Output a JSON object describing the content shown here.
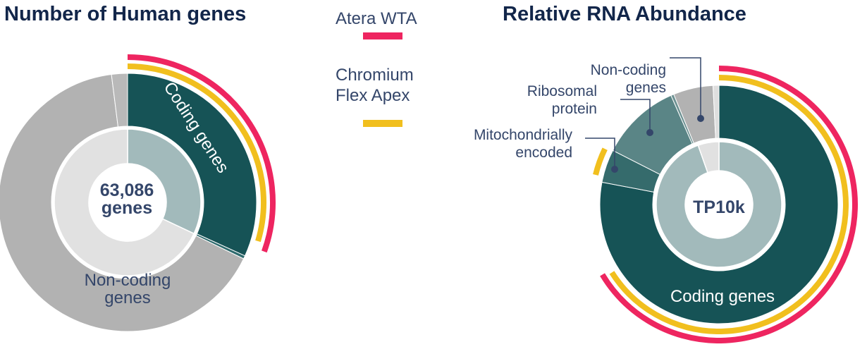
{
  "chart_data": [
    {
      "type": "pie",
      "subtype": "nested-donut",
      "title": "Number of Human genes",
      "center_label": [
        "63,086",
        "genes"
      ],
      "outer_ring": [
        {
          "label": "Coding genes",
          "value": 31.8,
          "color": "#165356",
          "label_color": "#ffffff"
        },
        {
          "label": "",
          "value": 0.4,
          "color": "#2f6b6e"
        },
        {
          "label": "Non-coding genes",
          "value": 65.8,
          "color": "#b2b2b2",
          "label_color": "#34466a"
        },
        {
          "label": "",
          "value": 2.0,
          "color": "#b9b9b9"
        }
      ],
      "inner_ring": [
        {
          "label": "Coding genes",
          "value": 32.0,
          "color": "#a2babb"
        },
        {
          "label": "Non-coding genes",
          "value": 68.0,
          "color": "#e1e1e1"
        }
      ],
      "coverage_arcs": [
        {
          "series": "Atera WTA",
          "color": "#ee2560",
          "from_pct": 0,
          "to_pct": 30.5
        },
        {
          "series": "Chromium Flex Apex",
          "color": "#f1bf1e",
          "from_pct": 0,
          "to_pct": 29.6
        }
      ]
    },
    {
      "type": "pie",
      "subtype": "nested-donut",
      "title": "Relative RNA Abundance",
      "center_label": [
        "TP10k"
      ],
      "outer_ring": [
        {
          "label": "Coding genes",
          "value": 78.0,
          "color": "#165356",
          "label_color": "#ffffff"
        },
        {
          "label": "Mitochondrially encoded",
          "value": 4.5,
          "color": "#356b6c"
        },
        {
          "label": "Ribosomal protein",
          "value": 10.9,
          "color": "#5a8586"
        },
        {
          "label": "",
          "value": 0.4,
          "color": "#6e9293"
        },
        {
          "label": "Non-coding genes",
          "value": 5.4,
          "color": "#b2b2b2"
        },
        {
          "label": "",
          "value": 0.8,
          "color": "#dedede"
        }
      ],
      "inner_ring": [
        {
          "label": "Coding genes",
          "value": 94.6,
          "color": "#a2babb"
        },
        {
          "label": "Non-coding genes",
          "value": 5.4,
          "color": "#e1e1e1"
        }
      ],
      "coverage_arcs": [
        {
          "series": "Atera WTA",
          "color": "#ee2560",
          "from_pct": 0,
          "to_pct": 66.5
        },
        {
          "series": "Chromium Flex Apex",
          "color": "#f1bf1e",
          "from_pct": 0,
          "to_pct": 66.0
        },
        {
          "series": "Chromium Flex Apex",
          "color": "#f1bf1e",
          "from_pct": 78.8,
          "to_pct": 82.2
        }
      ],
      "annotations": [
        {
          "text": [
            "Non-coding",
            "genes"
          ],
          "target": "Non-coding genes"
        },
        {
          "text": [
            "Ribosomal",
            "protein"
          ],
          "target": "Ribosomal protein"
        },
        {
          "text": [
            "Mitochondrially",
            "encoded"
          ],
          "target": "Mitochondrially encoded"
        }
      ]
    }
  ],
  "legend": [
    {
      "label": [
        "Atera WTA"
      ],
      "color": "#ee2560"
    },
    {
      "label": [
        "Chromium",
        "Flex Apex"
      ],
      "color": "#f1bf1e"
    }
  ],
  "titles": {
    "left": "Number of Human genes",
    "right": "Relative RNA Abundance"
  },
  "labels": {
    "left_center_1": "63,086",
    "left_center_2": "genes",
    "left_coding": "Coding genes",
    "left_noncoding_1": "Non-coding",
    "left_noncoding_2": "genes",
    "right_center": "TP10k",
    "right_coding": "Coding genes",
    "ann_noncoding_1": "Non-coding",
    "ann_noncoding_2": "genes",
    "ann_ribo_1": "Ribosomal",
    "ann_ribo_2": "protein",
    "ann_mito_1": "Mitochondrially",
    "ann_mito_2": "encoded",
    "legend_atera": "Atera WTA",
    "legend_chromium_1": "Chromium",
    "legend_chromium_2": "Flex Apex"
  }
}
